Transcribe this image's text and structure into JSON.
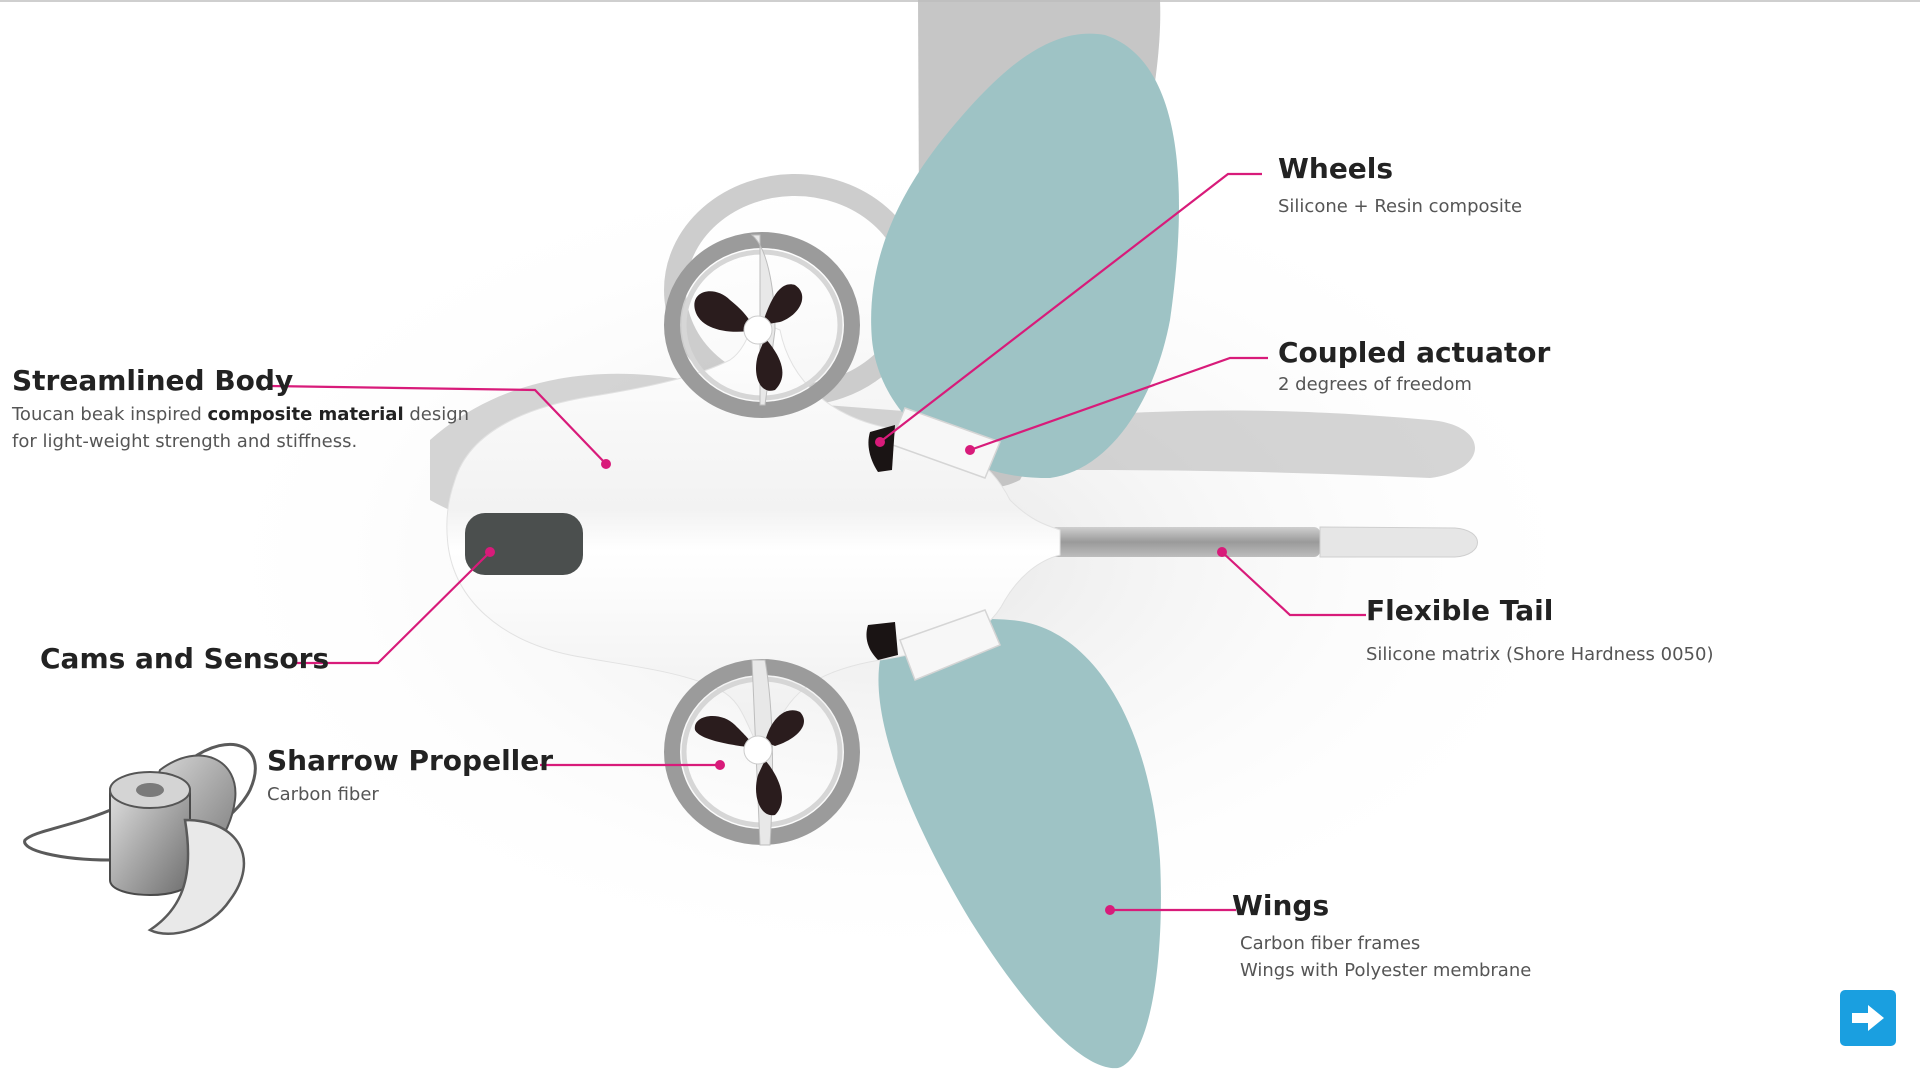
{
  "callouts": {
    "wheels": {
      "title": "Wheels",
      "desc": "Silicone + Resin composite"
    },
    "actuator": {
      "title": "Coupled actuator",
      "desc": "2 degrees of freedom"
    },
    "body": {
      "title": "Streamlined Body",
      "desc_pre": "Toucan beak inspired ",
      "desc_bold": "composite material",
      "desc_post": " design",
      "desc_line2": "for light-weight strength and stiffness."
    },
    "cams": {
      "title": "Cams and Sensors"
    },
    "propeller": {
      "title": "Sharrow Propeller",
      "desc": "Carbon fiber"
    },
    "tail": {
      "title": "Flexible Tail",
      "desc": "Silicone matrix (Shore Hardness 0050)"
    },
    "wings": {
      "title": "Wings",
      "desc_line1": "Carbon fiber frames",
      "desc_line2": "Wings with Polyester membrane"
    }
  },
  "colors": {
    "leader": "#d81b7a",
    "wing": "#9ec3c5",
    "body": "#ffffff",
    "shadow": "#b9b9b9",
    "camera": "#4b4f4e",
    "accent_button": "#1a9fe0"
  },
  "icons": {
    "next": "right-arrow-icon"
  }
}
